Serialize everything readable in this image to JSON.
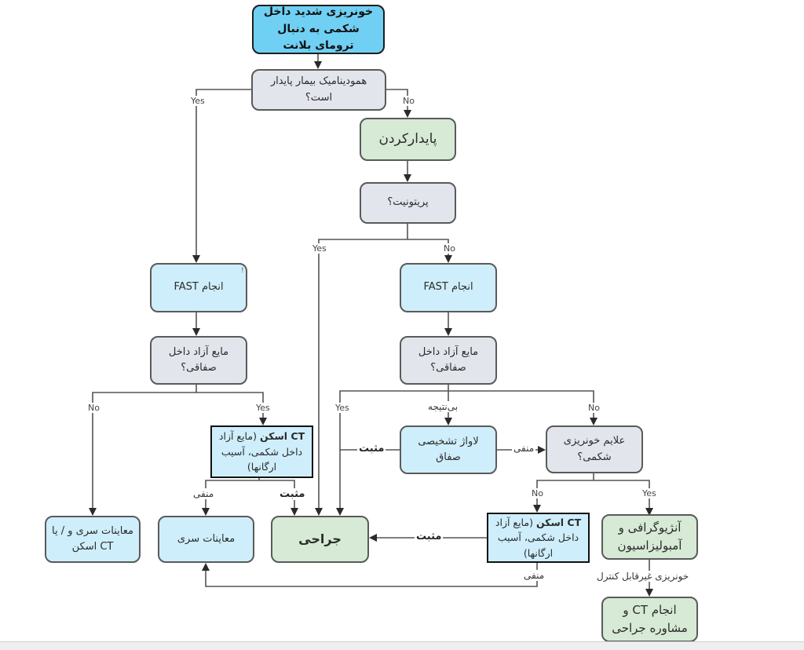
{
  "diagram": {
    "type": "flowchart",
    "direction": "top-to-bottom",
    "colors": {
      "start_fill": "#6fd0f3",
      "decision_fill": "#e2e5ec",
      "process_fill": "#cfeefb",
      "action_fill": "#d6ead5",
      "connector": "#555555"
    },
    "nodes": {
      "start": "خونریزی شدید داخل شکمی به دنبال ترومای بلانت",
      "hemo_stable": "همودینامیک بیمار پایدار است؟",
      "stabilize": "پایدارکردن",
      "peritonitis": "پریتونیت؟",
      "fast_left": "انجام FAST",
      "fast_right": "انجام FAST",
      "fluid_left": "مایع آزاد داخل صفاقی؟",
      "fluid_right": "مایع آزاد داخل صفاقی؟",
      "ct_left_bold": "CT اسکن",
      "ct_left_rest": "(مایع آزاد داخل شکمی، آسیب ارگانها)",
      "dpl": "لاواژ تشخیصی صفاق",
      "bleeding_signs": "علایم خونریزی شکمی؟",
      "ct_right_bold": "CT اسکن",
      "ct_right_rest": "(مایع آزاد داخل شکمی، آسیب ارگانها)",
      "serial_or_ct": "معاینات سری و / یا CT اسکن",
      "serial": "معاینات سری",
      "surgery": "جراحی",
      "angio": "آنژیوگرافی و آمبولیزاسیون",
      "ct_consult": "انجام CT و مشاوره جراحی"
    },
    "edge_labels": {
      "yes": "Yes",
      "no": "No",
      "positive": "مثبت",
      "negative": "منفی",
      "inconclusive": "بی‌نتیجه",
      "uncontrolled": "خونریزی غیرقابل کنترل"
    },
    "stray_mark": "!"
  }
}
